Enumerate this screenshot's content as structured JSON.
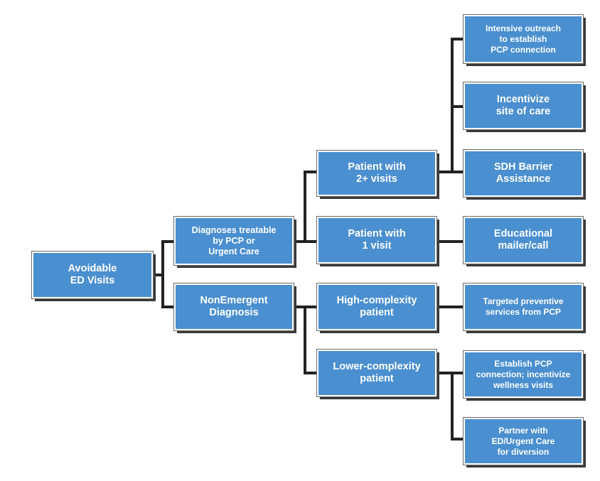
{
  "nodes": {
    "root": "Avoidable\nED Visits",
    "treatable": "Diagnoses treatable\nby PCP or\nUrgent Care",
    "nonemergent": "NonEmergent\nDiagnosis",
    "two_plus": "Patient with\n2+ visits",
    "one_visit": "Patient with\n1 visit",
    "high_complexity": "High-complexity\npatient",
    "lower_complexity": "Lower-complexity\npatient",
    "outreach": "Intensive outreach\nto establish\nPCP connection",
    "incentivize": "Incentivize\nsite of care",
    "sdh": "SDH Barrier\nAssistance",
    "educational": "Educational\nmailer/call",
    "targeted": "Targeted preventive\nservices from PCP",
    "establish": "Establish PCP\nconnection; incentivize\nwellness visits",
    "partner": "Partner with\nED/Urgent Care\nfor diversion"
  },
  "colors": {
    "node_fill": "#4a8fcf",
    "node_text": "#ffffff",
    "connector": "#222222",
    "shadow": "#3a3a3a"
  }
}
